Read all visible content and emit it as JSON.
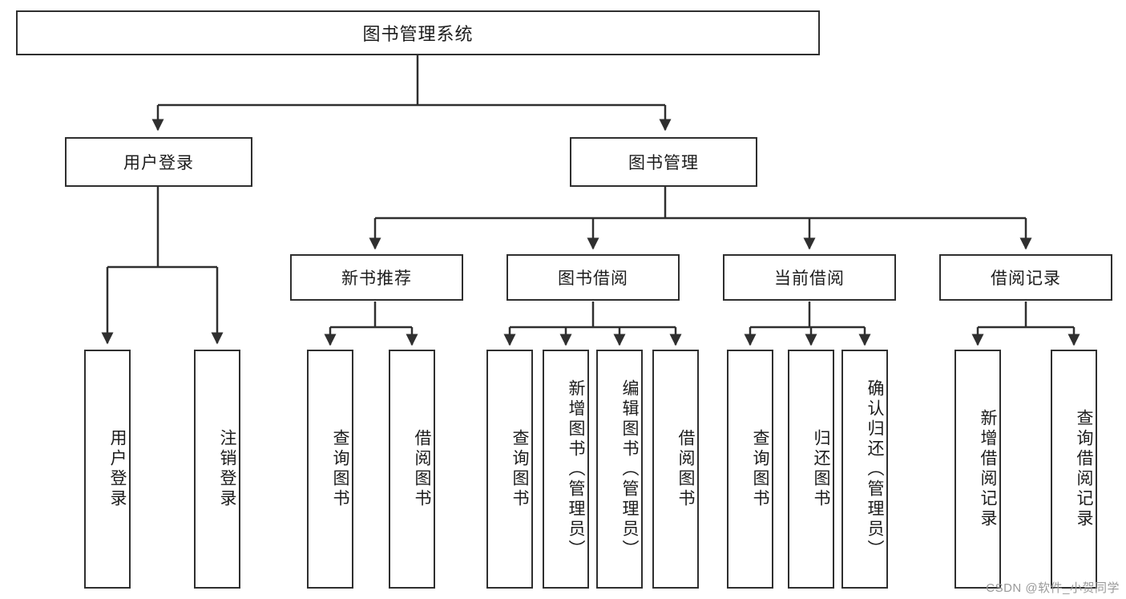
{
  "diagram": {
    "title": "图书管理系统",
    "type": "tree-hierarchy",
    "colors": {
      "box_border": "#2f2f2f",
      "box_fill": "#ffffff",
      "connector": "#2f2f2f",
      "text": "#1c1c1c",
      "watermark": "#9a9a9a"
    },
    "levels": {
      "root": {
        "label": "图书管理系统"
      },
      "level2": [
        {
          "label": "用户登录"
        },
        {
          "label": "图书管理"
        }
      ],
      "level3": [
        {
          "label": "新书推荐"
        },
        {
          "label": "图书借阅"
        },
        {
          "label": "当前借阅"
        },
        {
          "label": "借阅记录"
        }
      ],
      "leaves": {
        "user_login": [
          {
            "label": "用户登录"
          },
          {
            "label": "注销登录"
          }
        ],
        "new_book_recommend": [
          {
            "label": "查询图书"
          },
          {
            "label": "借阅图书"
          }
        ],
        "book_borrow": [
          {
            "label": "查询图书"
          },
          {
            "label": "新增图书（管理员）"
          },
          {
            "label": "编辑图书（管理员）"
          },
          {
            "label": "借阅图书"
          }
        ],
        "current_borrow": [
          {
            "label": "查询图书"
          },
          {
            "label": "归还图书"
          },
          {
            "label": "确认归还（管理员）"
          }
        ],
        "borrow_record": [
          {
            "label": "新增借阅记录"
          },
          {
            "label": "查询借阅记录"
          }
        ]
      }
    },
    "watermark": "CSDN @软件_小贺同学"
  }
}
